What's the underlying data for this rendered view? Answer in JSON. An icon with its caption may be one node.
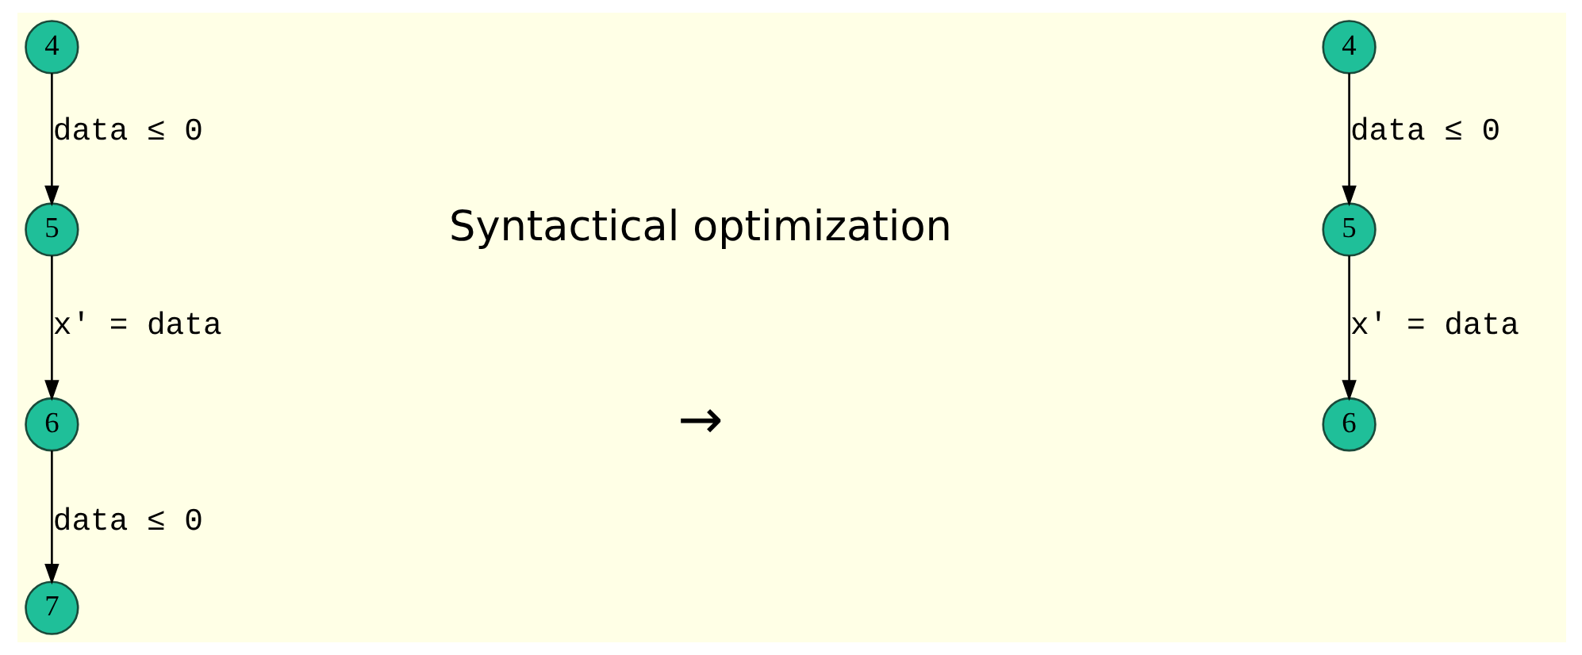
{
  "diagram": {
    "nodes": [
      {
        "text": [
          "4"
        ]
      },
      {
        "text": [
          "5"
        ]
      },
      {
        "text": [
          "6"
        ]
      },
      {
        "text": [
          "7"
        ]
      },
      {
        "text": [
          "4"
        ]
      },
      {
        "text": [
          "5"
        ]
      },
      {
        "text": [
          "6"
        ]
      }
    ],
    "edges": [
      {
        "from": 0,
        "to": 1,
        "arrow": "to",
        "label": "data ≤ 0"
      },
      {
        "from": 1,
        "to": 2,
        "arrow": "to",
        "label": "x′ = data"
      },
      {
        "from": 2,
        "to": 3,
        "arrow": "to",
        "label": "data ≤ 0"
      },
      {
        "from": 4,
        "to": 5,
        "arrow": "to",
        "label": "data ≤ 0"
      },
      {
        "from": 5,
        "to": 6,
        "arrow": "to",
        "label": "x′ = data"
      }
    ],
    "labels": [
      "Syntactical optimization",
      "→"
    ]
  }
}
